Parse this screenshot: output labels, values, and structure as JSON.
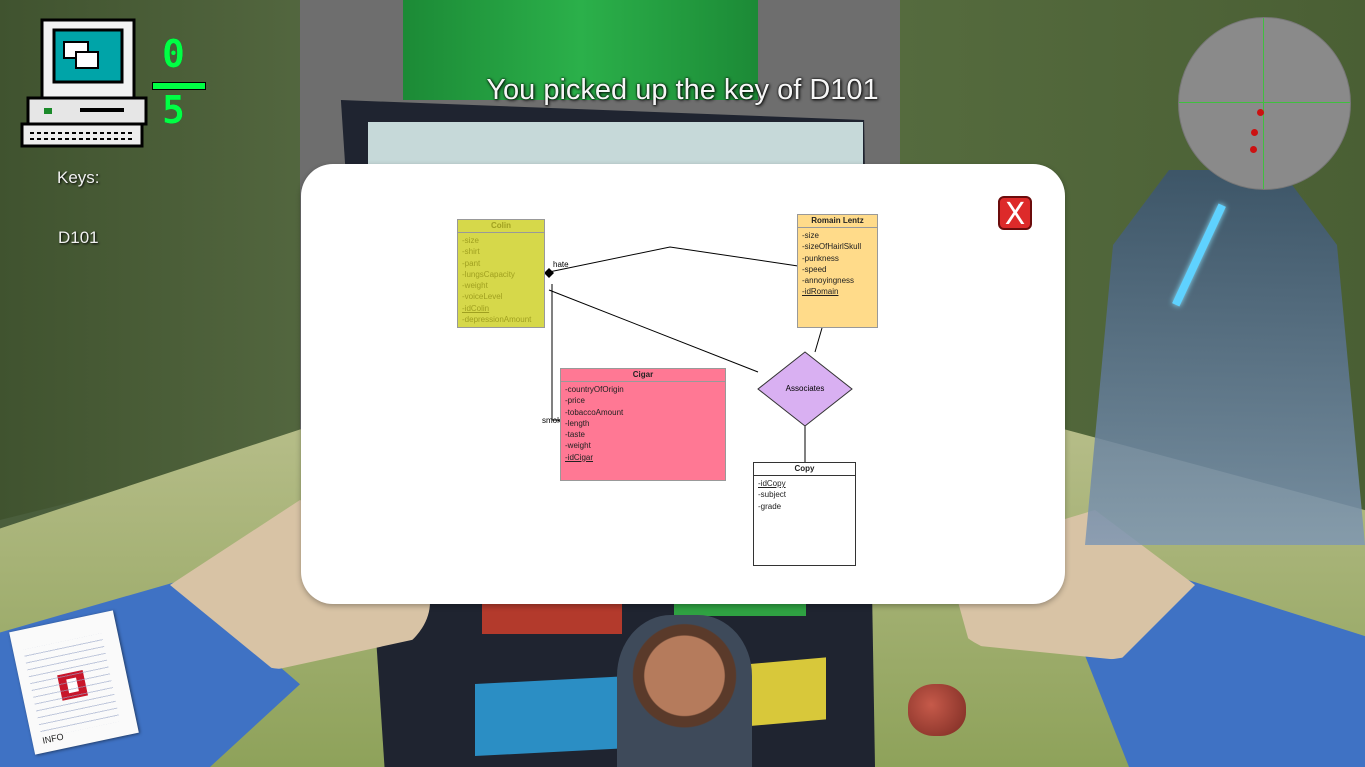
{
  "hud": {
    "toast": "You picked up the key of D101",
    "keys_title": "Keys:",
    "keys": [
      "D101"
    ],
    "counter_top": "0",
    "counter_bottom": "5",
    "info_label": "INFO"
  },
  "dialog": {
    "close_label": "X",
    "classes": {
      "colin": {
        "title": "Colin",
        "attrs": [
          "-size",
          "-shirt",
          "-pant",
          "-lungsCapacity",
          "-weight",
          "-voiceLevel",
          "-idColin",
          "-depressionAmount"
        ]
      },
      "romain": {
        "title": "Romain Lentz",
        "attrs": [
          "-size",
          "-sizeOfHairlSkull",
          "-punkness",
          "-speed",
          "-annoyingness",
          "-idRomain"
        ]
      },
      "cigar": {
        "title": "Cigar",
        "attrs": [
          "-countryOfOrigin",
          "-price",
          "-tobaccoAmount",
          "-length",
          "-taste",
          "-weight",
          "-idCigar"
        ]
      },
      "copy": {
        "title": "Copy",
        "attrs": [
          "-idCopy",
          "-subject",
          "-grade"
        ]
      }
    },
    "relations": {
      "hate": "hate",
      "smoke": "smoke",
      "associates": "Associates"
    }
  },
  "colors": {
    "colin": "#d6d84a",
    "romain": "#ffdb8a",
    "cigar": "#ff7894",
    "associates": "#d9b0f2",
    "close": "#dd2a2a",
    "counter": "#00ff44"
  }
}
